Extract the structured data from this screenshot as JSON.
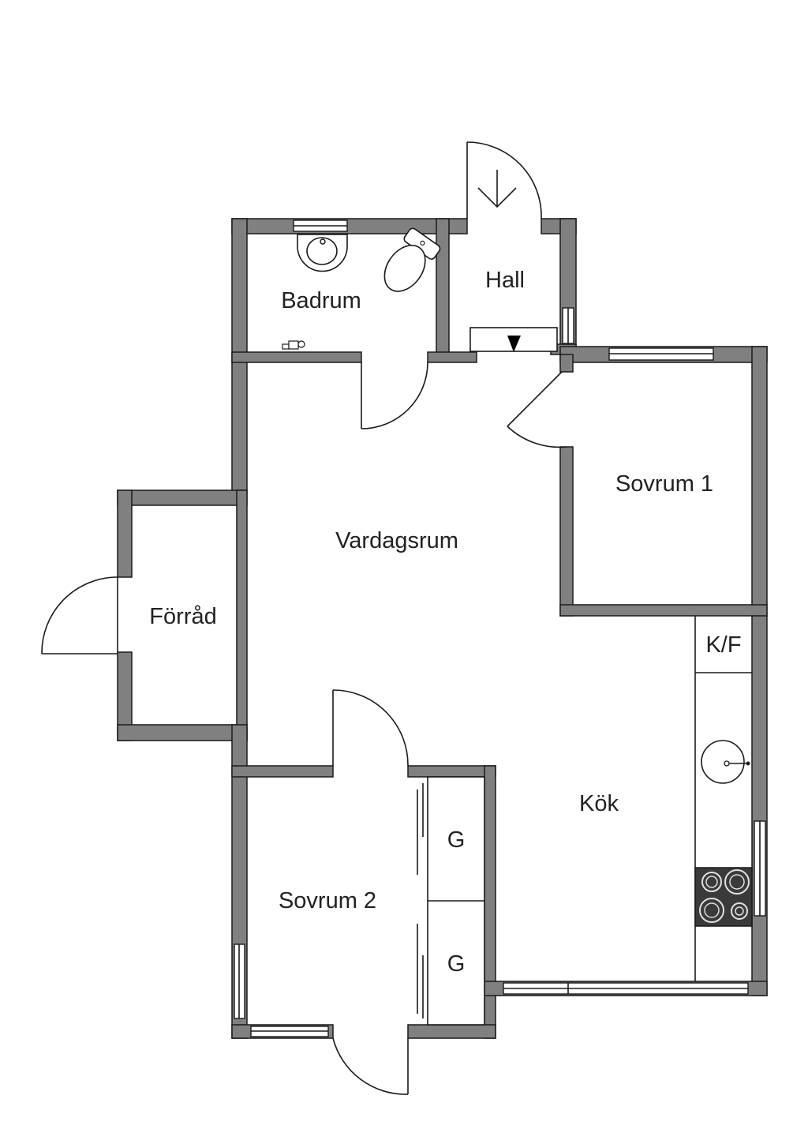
{
  "rooms": {
    "badrum": "Badrum",
    "hall": "Hall",
    "vardagsrum": "Vardagsrum",
    "sovrum1": "Sovrum 1",
    "forrad": "Förråd",
    "kok": "Kök",
    "kf": "K/F",
    "sovrum2": "Sovrum 2",
    "garderob1": "G",
    "garderob2": "G"
  },
  "colors": {
    "wall": "#808080",
    "outline": "#1a1a1a",
    "stove": "#3a3a3a"
  },
  "icons": [
    "entrance-arrow-icon",
    "threshold-arrow-icon",
    "sink-icon",
    "toilet-icon",
    "stove-icon",
    "faucet-icon"
  ]
}
